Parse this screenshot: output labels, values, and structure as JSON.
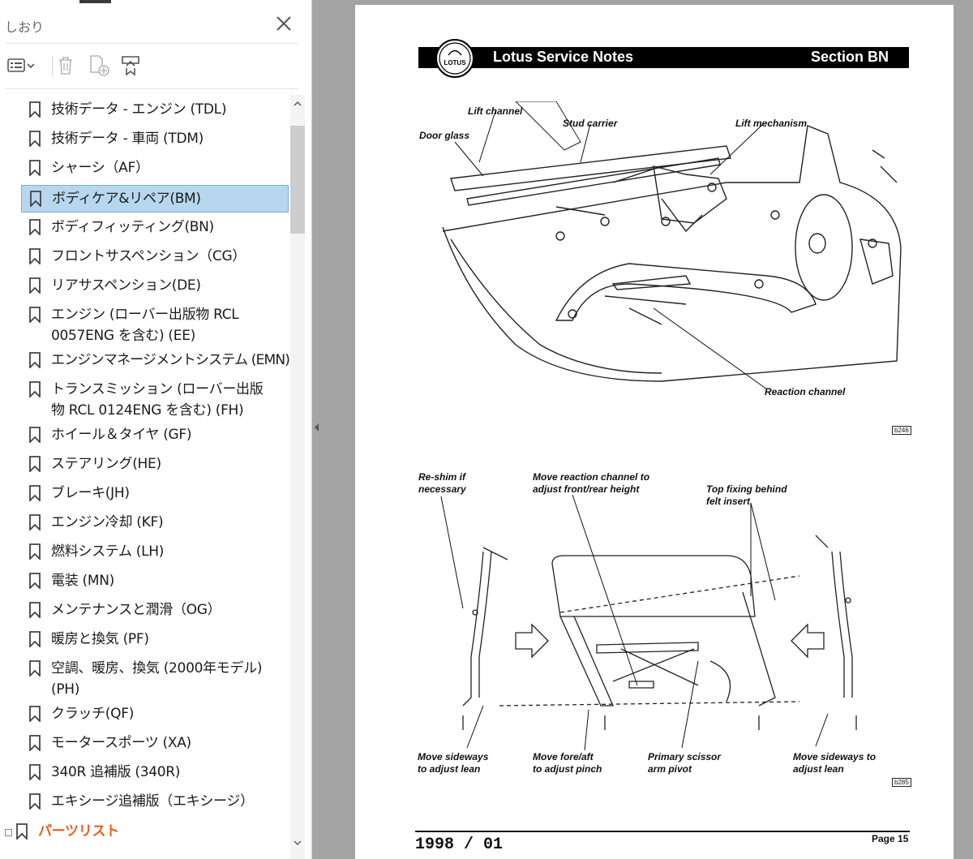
{
  "bookmarks_pane": {
    "title": "しおり",
    "items": [
      {
        "label": "技術データ - エンジン (TDL)"
      },
      {
        "label": "技術データ - 車両 (TDM)"
      },
      {
        "label": "シャーシ（AF）"
      },
      {
        "label": "ボディケア&リペア(BM)",
        "selected": true
      },
      {
        "label": "ボディフィッティング(BN)"
      },
      {
        "label": "フロントサスペンション（CG）"
      },
      {
        "label": "リアサスペンション(DE)"
      },
      {
        "label": "エンジン (ローバー出版物 RCL 0057ENG を含む) (EE)"
      },
      {
        "label": "エンジンマネージメントシステム (EMN)"
      },
      {
        "label": "トランスミッション (ローバー出版物 RCL 0124ENG を含む) (FH)"
      },
      {
        "label": "ホイール＆タイヤ (GF)"
      },
      {
        "label": "ステアリング(HE)"
      },
      {
        "label": "ブレーキ(JH)"
      },
      {
        "label": "エンジン冷却 (KF)"
      },
      {
        "label": "燃料システム (LH)"
      },
      {
        "label": "電装 (MN)"
      },
      {
        "label": "メンテナンスと潤滑（OG）"
      },
      {
        "label": "暖房と換気 (PF)"
      },
      {
        "label": "空調、暖房、換気 (2000年モデル) (PH)"
      },
      {
        "label": "クラッチ(QF)"
      },
      {
        "label": "モータースポーツ (XA)"
      },
      {
        "label": "340R 追補版 (340R)"
      },
      {
        "label": "エキシージ追補版（エキシージ）"
      },
      {
        "label": "パーツリスト",
        "accent": true
      }
    ],
    "colors": {
      "selected_bg": "#b7d7ee",
      "accent": "#e8601f"
    }
  },
  "toolbar": {
    "icons": [
      "bookmark-options-icon",
      "delete-icon",
      "new-bookmark-icon",
      "expand-bookmark-icon"
    ]
  },
  "document": {
    "brand": "LOTUS",
    "header_title": "Lotus Service Notes",
    "header_section": "Section BN",
    "figure1": {
      "callouts": [
        "Lift channel",
        "Stud carrier",
        "Lift mechanism",
        "Door glass",
        "Reaction channel"
      ],
      "tag": "b246"
    },
    "figure2": {
      "callouts": [
        "Re-shim if\nnecessary",
        "Move reaction channel to\nadjust front/rear height",
        "Top fixing behind\nfelt insert",
        "Move sideways\nto adjust lean",
        "Move fore/aft\nto adjust pinch",
        "Primary scissor\narm pivot",
        "Move sideways to\nadjust lean"
      ],
      "tag": "b285"
    },
    "footer_date": "1998 / 01",
    "footer_page": "Page 15"
  }
}
